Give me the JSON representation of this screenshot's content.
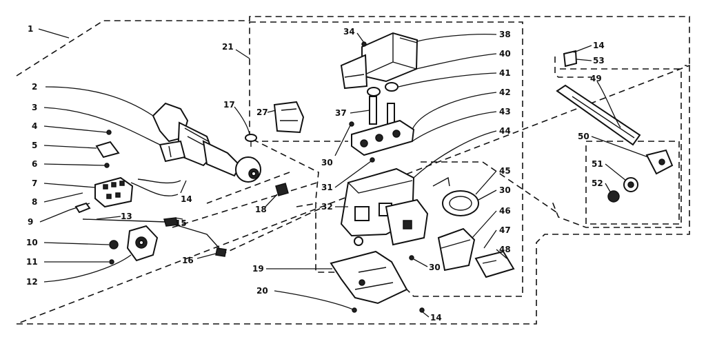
{
  "callouts": [
    {
      "id": "c1",
      "text": "1"
    },
    {
      "id": "c2",
      "text": "2"
    },
    {
      "id": "c3",
      "text": "3"
    },
    {
      "id": "c4",
      "text": "4"
    },
    {
      "id": "c5",
      "text": "5"
    },
    {
      "id": "c6",
      "text": "6"
    },
    {
      "id": "c7",
      "text": "7"
    },
    {
      "id": "c8",
      "text": "8"
    },
    {
      "id": "c9",
      "text": "9"
    },
    {
      "id": "c10",
      "text": "10"
    },
    {
      "id": "c11",
      "text": "11"
    },
    {
      "id": "c12",
      "text": "12"
    },
    {
      "id": "c13",
      "text": "13"
    },
    {
      "id": "c14a",
      "text": "14"
    },
    {
      "id": "c15",
      "text": "15"
    },
    {
      "id": "c16",
      "text": "16"
    },
    {
      "id": "c17",
      "text": "17"
    },
    {
      "id": "c18",
      "text": "18"
    },
    {
      "id": "c19",
      "text": "19"
    },
    {
      "id": "c20",
      "text": "20"
    },
    {
      "id": "c14b",
      "text": "14"
    },
    {
      "id": "c21",
      "text": "21"
    },
    {
      "id": "c27",
      "text": "27"
    },
    {
      "id": "c30a",
      "text": "30"
    },
    {
      "id": "c31",
      "text": "31"
    },
    {
      "id": "c32",
      "text": "32"
    },
    {
      "id": "c34",
      "text": "34"
    },
    {
      "id": "c37",
      "text": "37"
    },
    {
      "id": "c38",
      "text": "38"
    },
    {
      "id": "c40",
      "text": "40"
    },
    {
      "id": "c41",
      "text": "41"
    },
    {
      "id": "c42",
      "text": "42"
    },
    {
      "id": "c43",
      "text": "43"
    },
    {
      "id": "c44",
      "text": "44"
    },
    {
      "id": "c45",
      "text": "45"
    },
    {
      "id": "c30b",
      "text": "30"
    },
    {
      "id": "c46",
      "text": "46"
    },
    {
      "id": "c47",
      "text": "47"
    },
    {
      "id": "c48",
      "text": "48"
    },
    {
      "id": "c30c",
      "text": "30"
    },
    {
      "id": "c14c",
      "text": "14"
    },
    {
      "id": "c14d",
      "text": "14"
    },
    {
      "id": "c53",
      "text": "53"
    },
    {
      "id": "c49",
      "text": "49"
    },
    {
      "id": "c50",
      "text": "50"
    },
    {
      "id": "c51",
      "text": "51"
    },
    {
      "id": "c52",
      "text": "52"
    }
  ]
}
